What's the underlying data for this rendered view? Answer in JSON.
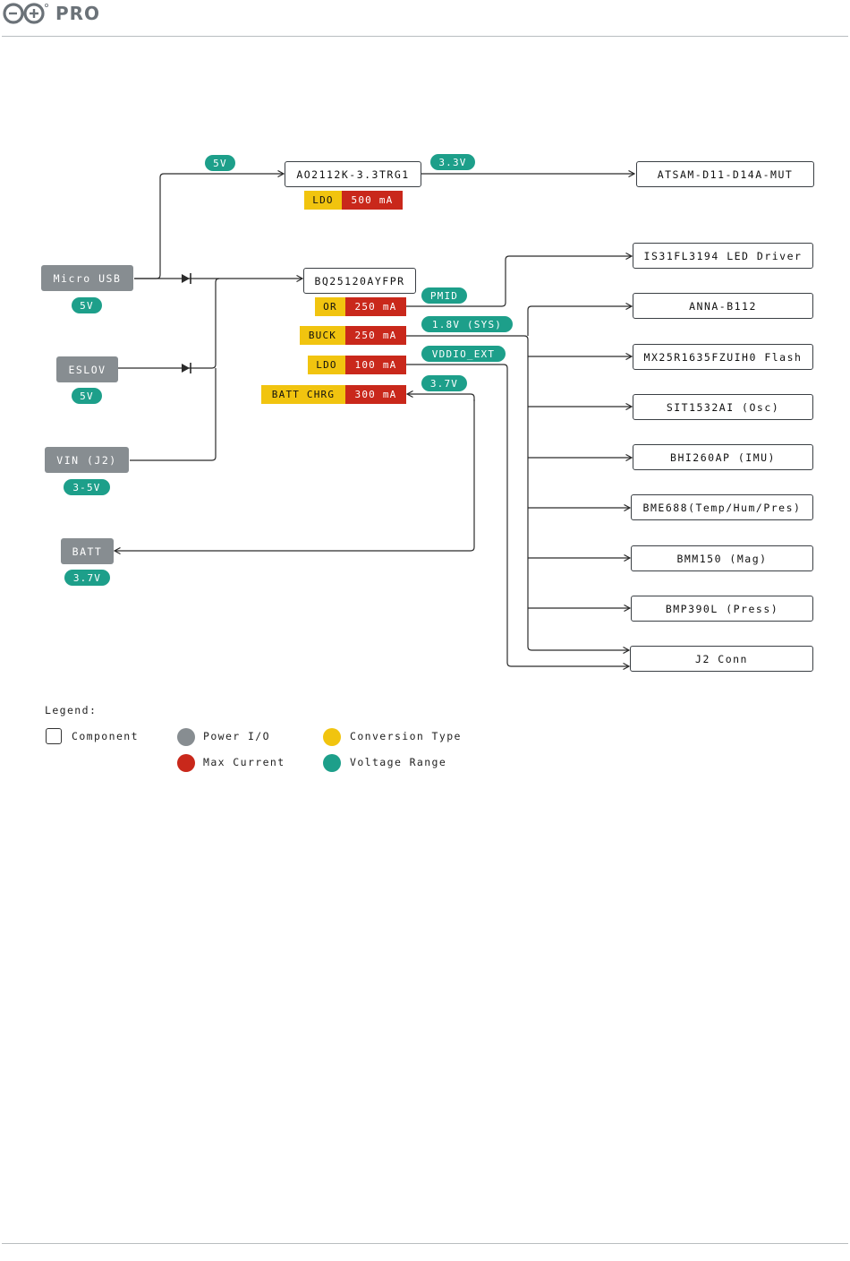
{
  "header": {
    "brand": "PRO",
    "logo_icon": "arduino-infinity-logo-icon"
  },
  "colors": {
    "component_border": "#3a3f44",
    "power_io": "#878d91",
    "conversion_type": "#f1c40f",
    "max_current": "#c9281b",
    "voltage_range": "#1d9f8a",
    "wire": "#2b2b2b"
  },
  "inputs": {
    "micro_usb": {
      "label": "Micro USB",
      "voltage": "5V"
    },
    "eslov": {
      "label": "ESLOV",
      "voltage": "5V"
    },
    "vin": {
      "label": "VIN (J2)",
      "voltage": "3-5V"
    },
    "batt": {
      "label": "BATT",
      "voltage": "3.7V"
    }
  },
  "regulators": {
    "ldo_reg": {
      "label": "AO2112K-3.3TRG1",
      "in_voltage": "5V",
      "out_voltage": "3.3V",
      "type": "LDO",
      "current": "500 mA"
    },
    "pmic": {
      "label": "BQ25120AYFPR"
    }
  },
  "pmic_outputs": [
    {
      "type": "OR",
      "current": "250 mA",
      "voltage": "PMID"
    },
    {
      "type": "BUCK",
      "current": "250 mA",
      "voltage": "1.8V (SYS)"
    },
    {
      "type": "LDO",
      "current": "100 mA",
      "voltage": "VDDIO_EXT"
    },
    {
      "type": "BATT CHRG",
      "current": "300 mA",
      "voltage": "3.7V"
    }
  ],
  "loads": {
    "atsam": "ATSAM-D11-D14A-MUT",
    "led_driver": "IS31FL3194 LED Driver",
    "anna": "ANNA-B112",
    "flash": "MX25R1635FZUIH0 Flash",
    "osc": "SIT1532AI (Osc)",
    "imu": "BHI260AP (IMU)",
    "bme": "BME688(Temp/Hum/Pres)",
    "mag": "BMM150 (Mag)",
    "press": "BMP390L (Press)",
    "j2": "J2 Conn"
  },
  "legend": {
    "title": "Legend:",
    "component": "Component",
    "power_io": "Power I/O",
    "conversion_type": "Conversion Type",
    "max_current": "Max Current",
    "voltage_range": "Voltage Range"
  }
}
